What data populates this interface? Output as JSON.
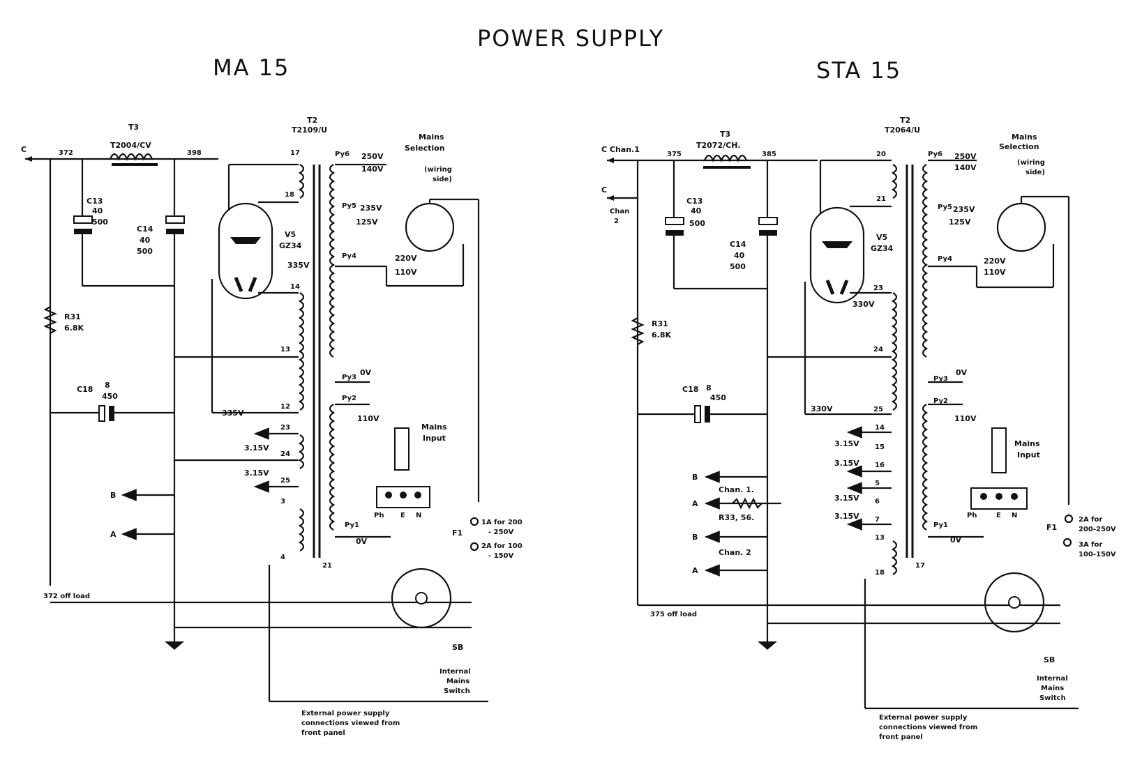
{
  "titles": {
    "main": "POWER SUPPLY",
    "left": "MA 15",
    "right": "STA 15"
  },
  "ma15": {
    "c_label": "C",
    "n372": "372",
    "t3": "T3",
    "t3_part": "T2004/CV",
    "n398": "398",
    "t2": "T2",
    "t2_part": "T2109/U",
    "c13": "C13",
    "c13_val": "40",
    "c13_v": "500",
    "c14": "C14",
    "c14_val": "40",
    "c14_v": "500",
    "v5": "V5",
    "v5_part": "GZ34",
    "r31": "R31",
    "r31_val": "6.8K",
    "c18": "C18",
    "c18_val": "8",
    "c18_v": "450",
    "b": "B",
    "a": "A",
    "off_load": "372 off load",
    "mains_sel": "Mains",
    "mains_sel2": "Selection",
    "wiring": "(wiring",
    "wiring2": "side)",
    "v250": "250V",
    "v140": "140V",
    "v235": "235V",
    "v125": "125V",
    "v220": "220V",
    "v110": "110V",
    "v335a": "335V",
    "v335b": "335V",
    "ov": "0V",
    "ov2": "0V",
    "v110b": "110V",
    "v315a": "3.15V",
    "v315b": "3.15V",
    "mains_input": "Mains",
    "mains_input2": "Input",
    "ph": "Ph",
    "e": "E",
    "n": "N",
    "f1": "F1",
    "fuse1": "1A for 200",
    "fuse1b": "- 250V",
    "fuse2": "2A for 100",
    "fuse2b": "- 150V",
    "py6": "Py6",
    "py5": "Py5",
    "py4": "Py4",
    "py3": "Py3",
    "py2": "Py2",
    "py1": "Py1",
    "pins": [
      "17",
      "18",
      "14",
      "13",
      "12",
      "23",
      "24",
      "25",
      "3",
      "4",
      "21"
    ],
    "sw": "SB",
    "internal": "Internal",
    "internal2": "Mains",
    "internal3": "Switch",
    "ext1": "External power supply",
    "ext2": "connections viewed from",
    "ext3": "front panel"
  },
  "sta15": {
    "c1": "C Chan.1",
    "c2": "C",
    "c2b": "Chan",
    "c2c": "2",
    "n375": "375",
    "t3": "T3",
    "t3_part": "T2072/CH.",
    "n385": "385",
    "t2": "T2",
    "t2_part": "T2064/U",
    "c13": "C13",
    "c13_val": "40",
    "c13_v": "500",
    "c14": "C14",
    "c14_val": "40",
    "c14_v": "500",
    "v5": "V5",
    "v5_part": "GZ34",
    "r31": "R31",
    "r31_val": "6.8K",
    "c18": "C18",
    "c18_val": "8",
    "c18_v": "450",
    "b1": "B",
    "a1": "A",
    "b2": "B",
    "a2": "A",
    "chan1": "Chan. 1.",
    "r33": "R33, 56.",
    "chan2": "Chan. 2",
    "off_load": "375 off load",
    "mains_sel": "Mains",
    "mains_sel2": "Selection",
    "wiring": "(wiring",
    "wiring2": "side)",
    "v250": "250V",
    "v140": "140V",
    "v235": "235V",
    "v125": "125V",
    "v220": "220V",
    "v110": "110V",
    "v330a": "330V",
    "v330b": "330V",
    "ov": "0V",
    "ov2": "0V",
    "v110b": "110V",
    "v315": [
      "3.15V",
      "3.15V",
      "3.15V",
      "3.15V"
    ],
    "mains_input": "Mains",
    "mains_input2": "Input",
    "ph": "Ph",
    "e": "E",
    "n": "N",
    "f1": "F1",
    "fuse1": "2A for",
    "fuse1b": "200-250V",
    "fuse2": "3A for",
    "fuse2b": "100-150V",
    "py6": "Py6",
    "py5": "Py5",
    "py4": "Py4",
    "py3": "Py3",
    "py2": "Py2",
    "py1": "Py1",
    "pins": [
      "20",
      "21",
      "23",
      "24",
      "25",
      "14",
      "15",
      "16",
      "5",
      "6",
      "7",
      "13",
      "18",
      "17"
    ],
    "sw": "SB",
    "internal": "Internal",
    "internal2": "Mains",
    "internal3": "Switch",
    "ext1": "External power supply",
    "ext2": "connections viewed from",
    "ext3": "front panel"
  }
}
